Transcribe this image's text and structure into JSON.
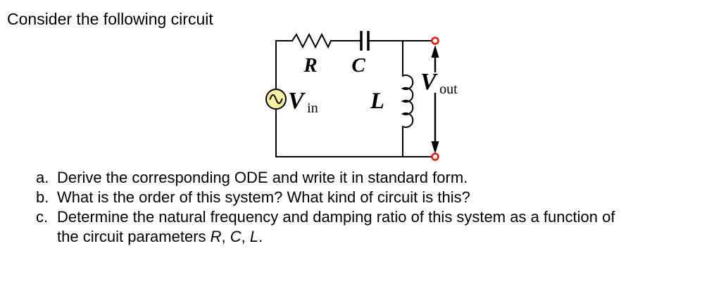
{
  "title": "Consider the following circuit",
  "circuit": {
    "labels": {
      "resistor": "R",
      "capacitor": "C",
      "inductor": "L",
      "source_main": "V",
      "source_sub": "in",
      "output_main": "V",
      "output_sub": "out"
    },
    "colors": {
      "source_fill": "#f7f2a0",
      "terminal": "#ee1511",
      "wire": "#000000"
    }
  },
  "questions": {
    "a": {
      "marker": "a.",
      "text": "Derive the corresponding ODE and write it in standard form."
    },
    "b": {
      "marker": "b.",
      "text": "What is the order of this system? What kind of circuit is this?"
    },
    "c": {
      "marker": "c.",
      "line1": "Determine the natural frequency and damping ratio of this system as a function of",
      "line2": {
        "prefix": "the circuit parameters ",
        "param1": "R",
        "sep1": ", ",
        "param2": "C",
        "sep2": ", ",
        "param3": "L",
        "suffix": "."
      }
    }
  }
}
